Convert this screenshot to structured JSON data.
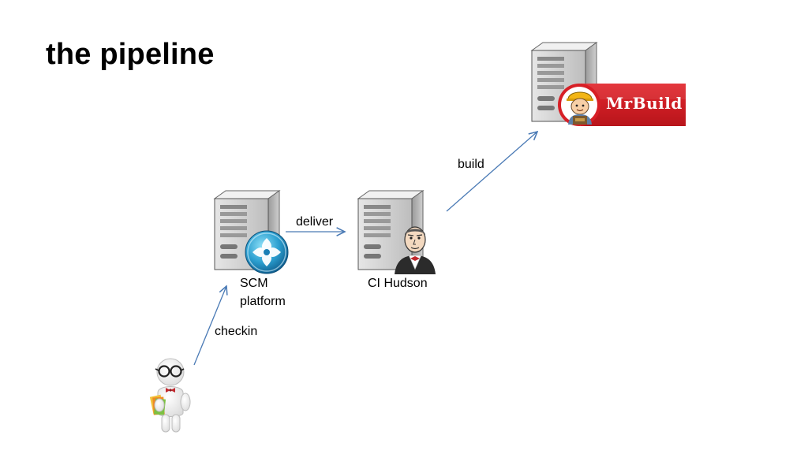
{
  "title": "the pipeline",
  "nodes": {
    "scm": {
      "label_line1": "SCM",
      "label_line2": "platform",
      "icon": "scm-globe-icon"
    },
    "ci": {
      "label": "CI Hudson",
      "icon": "butler-icon"
    },
    "build_server": {
      "badge_text": "MrBuild",
      "icon": "builder-mascot-icon"
    },
    "developer": {
      "icon": "developer-figure-icon"
    }
  },
  "edges": {
    "checkin": "checkin",
    "deliver": "deliver",
    "build": "build"
  },
  "colors": {
    "arrow": "#4a7ab5",
    "badge_red": "#d71f26",
    "server_gray": "#c9c9c9"
  }
}
